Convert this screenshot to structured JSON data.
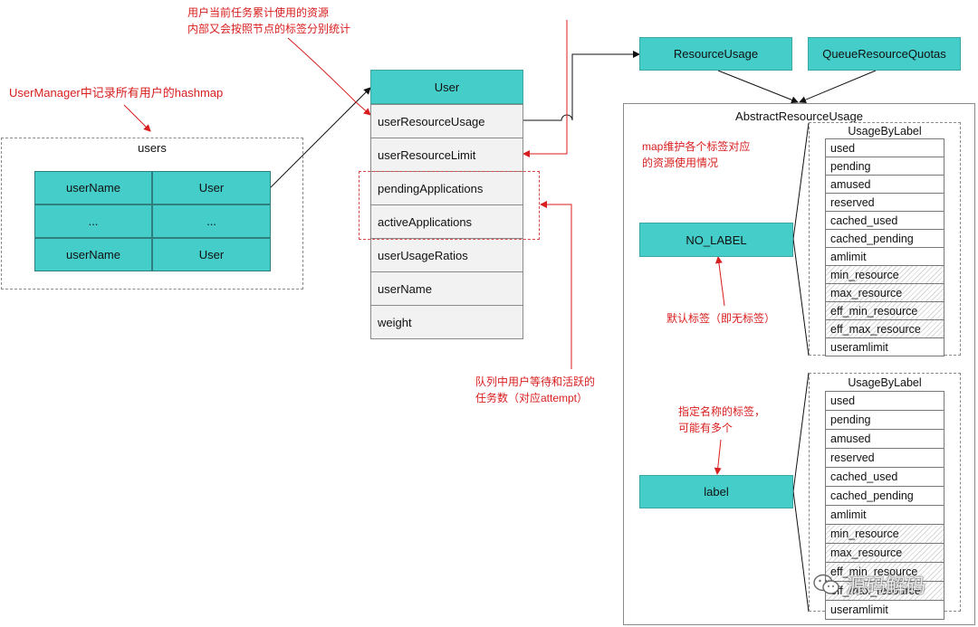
{
  "annotations": {
    "top": [
      "用户当前任务累计使用的资源",
      "内部又会按照节点的标签分别统计"
    ],
    "usermanager": "UserManager中记录所有用户的hashmap",
    "queue": [
      "队列中用户等待和活跃的",
      "任务数（对应attempt）"
    ],
    "map_label": [
      "map维护各个标签对应",
      "的资源使用情况"
    ],
    "default_label": "默认标签（即无标签）",
    "named_label": [
      "指定名称的标签，",
      "可能有多个"
    ]
  },
  "users": {
    "title": "users",
    "rows": [
      [
        "userName",
        "User"
      ],
      [
        "...",
        "..."
      ],
      [
        "userName",
        "User"
      ]
    ]
  },
  "user": {
    "title": "User",
    "fields": [
      "userResourceUsage",
      "userResourceLimit",
      "pendingApplications",
      "activeApplications",
      "userUsageRatios",
      "userName",
      "weight"
    ]
  },
  "top_boxes": {
    "resource_usage": "ResourceUsage",
    "queue_quotas": "QueueResourceQuotas"
  },
  "abstract": {
    "title": "AbstractResourceUsage",
    "no_label": "NO_LABEL",
    "label": "label",
    "usage_title": "UsageByLabel",
    "rows": [
      "used",
      "pending",
      "amused",
      "reserved",
      "cached_used",
      "cached_pending",
      "amlimit",
      "min_resource",
      "max_resource",
      "eff_min_resource",
      "eff_max_resource",
      "useramlimit"
    ]
  },
  "watermark": "源码解码"
}
